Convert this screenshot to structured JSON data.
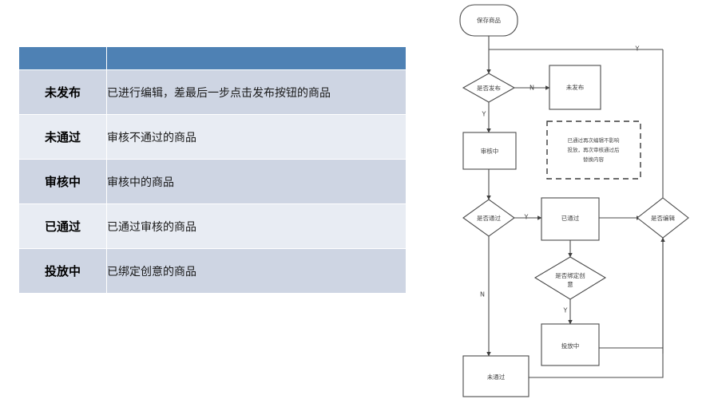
{
  "table": {
    "headers": [
      "",
      ""
    ],
    "rows": [
      {
        "name": "未发布",
        "desc": "已进行编辑，差最后一步点击发布按钮的商品"
      },
      {
        "name": "未通过",
        "desc": "审核不通过的商品"
      },
      {
        "name": "审核中",
        "desc": "审核中的商品"
      },
      {
        "name": "已通过",
        "desc": "已通过审核的商品"
      },
      {
        "name": "投放中",
        "desc": "已绑定创意的商品"
      }
    ],
    "header_color": "#4e81b4",
    "row_odd_color": "#ced5e3",
    "row_even_color": "#e8ecf3"
  },
  "flowchart": {
    "nodes": {
      "start": "保存商品",
      "d_publish": "是否发布",
      "unpublished": "未发布",
      "reviewing": "审核中",
      "d_pass": "是否通过",
      "passed": "已通过",
      "d_edit": "是否编辑",
      "d_bind_line1": "是否绑定创",
      "d_bind_line2": "意",
      "serving": "投放中",
      "not_passed": "未通过"
    },
    "note": {
      "line1": "已通过再次编辑不影响",
      "line2": "投放，再次审核通过后",
      "line3": "替换内容"
    },
    "edges": {
      "y_top": "Y",
      "n_publish": "N",
      "y_publish": "Y",
      "y_pass": "Y",
      "n_pass": "N",
      "y_bind": "Y"
    }
  }
}
